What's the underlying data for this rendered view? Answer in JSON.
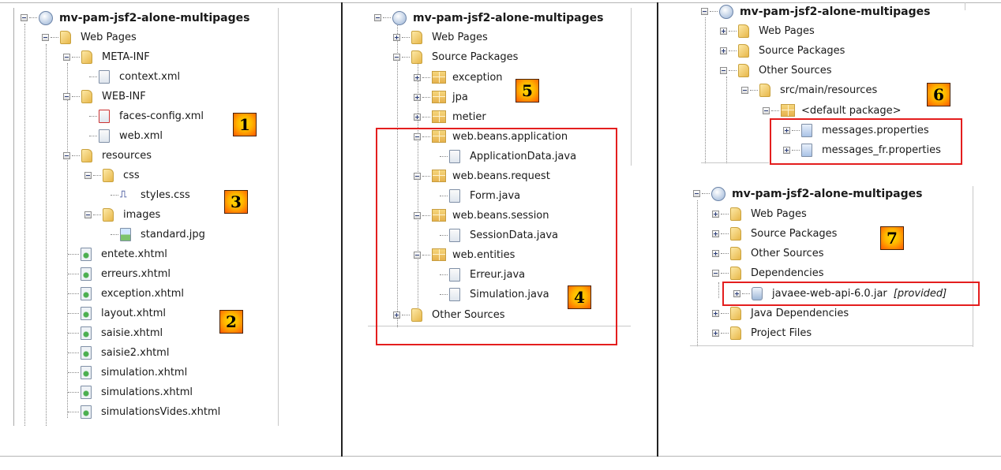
{
  "panel1": {
    "project": "mv-pam-jsf2-alone-multipages",
    "web_pages": "Web Pages",
    "meta_inf": "META-INF",
    "context_xml": "context.xml",
    "web_inf": "WEB-INF",
    "faces_config": "faces-config.xml",
    "web_xml": "web.xml",
    "resources": "resources",
    "css": "css",
    "styles_css": "styles.css",
    "images": "images",
    "standard_jpg": "standard.jpg",
    "pages": [
      "entete.xhtml",
      "erreurs.xhtml",
      "exception.xhtml",
      "layout.xhtml",
      "saisie.xhtml",
      "saisie2.xhtml",
      "simulation.xhtml",
      "simulations.xhtml",
      "simulationsVides.xhtml"
    ],
    "badges": [
      "1",
      "3",
      "2"
    ]
  },
  "panel2": {
    "project": "mv-pam-jsf2-alone-multipages",
    "web_pages": "Web Pages",
    "source_packages": "Source Packages",
    "pkg_exception": "exception",
    "pkg_jpa": "jpa",
    "pkg_metier": "metier",
    "pkg_app": "web.beans.application",
    "app_data": "ApplicationData.java",
    "pkg_request": "web.beans.request",
    "form": "Form.java",
    "pkg_session": "web.beans.session",
    "session_data": "SessionData.java",
    "pkg_entities": "web.entities",
    "erreur": "Erreur.java",
    "simulation": "Simulation.java",
    "other_sources": "Other Sources",
    "badges": [
      "5",
      "4"
    ]
  },
  "panel3": {
    "project": "mv-pam-jsf2-alone-multipages",
    "web_pages": "Web Pages",
    "source_packages": "Source Packages",
    "other_sources": "Other Sources",
    "src_main_resources": "src/main/resources",
    "default_package": "<default package>",
    "messages": "messages.properties",
    "messages_fr": "messages_fr.properties",
    "badge": "6"
  },
  "panel4": {
    "project": "mv-pam-jsf2-alone-multipages",
    "web_pages": "Web Pages",
    "source_packages": "Source Packages",
    "other_sources": "Other Sources",
    "dependencies": "Dependencies",
    "jar": "javaee-web-api-6.0.jar",
    "provided": "[provided]",
    "java_dependencies": "Java Dependencies",
    "project_files": "Project Files",
    "badge": "7"
  }
}
